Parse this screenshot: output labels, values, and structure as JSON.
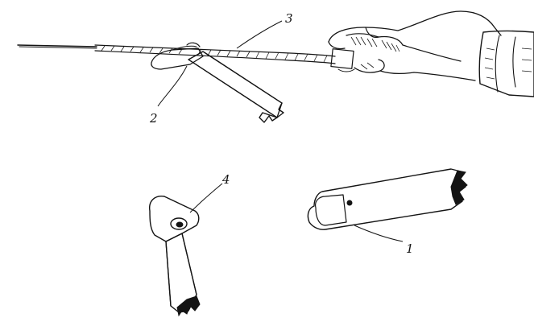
{
  "figure": {
    "ink_color": "#141414",
    "background": "#ffffff",
    "callouts": [
      {
        "id": "needle",
        "label": "1"
      },
      {
        "id": "tool-on-rope",
        "label": "2"
      },
      {
        "id": "rope",
        "label": "3"
      },
      {
        "id": "bent-tool",
        "label": "4"
      }
    ]
  }
}
